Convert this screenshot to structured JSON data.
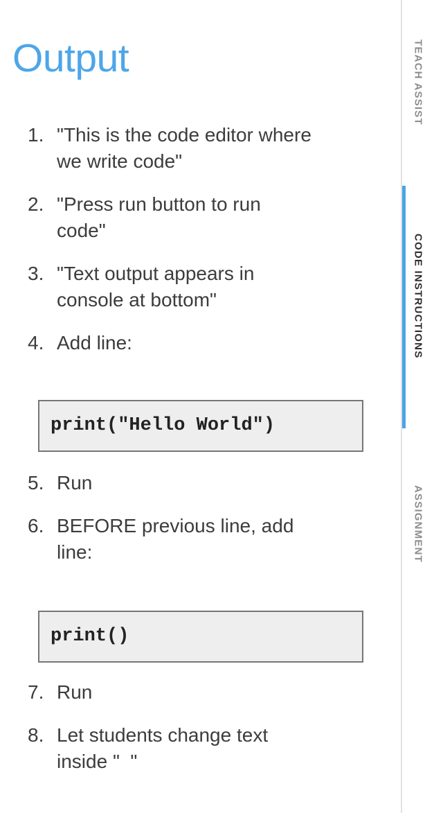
{
  "title": "Output",
  "colors": {
    "accent_blue": "#4da6e8",
    "active_tab_indicator": "#4aa5e6",
    "body_text": "#3c3c3c",
    "inactive_tab_text": "#8d8d8d",
    "active_tab_text": "#2e2e2e",
    "code_background": "#eeeeee",
    "code_border": "#767676"
  },
  "list": {
    "items": [
      {
        "num": "1.",
        "text": "\"This is the code editor where\nwe write code\""
      },
      {
        "num": "2.",
        "text": "\"Press run button to run\ncode\""
      },
      {
        "num": "3.",
        "text": "\"Text output appears in\nconsole at bottom\""
      },
      {
        "num": "4.",
        "text": "Add line:"
      },
      {
        "num": "5.",
        "text": "Run"
      },
      {
        "num": "6.",
        "text": "BEFORE previous line, add\nline:"
      },
      {
        "num": "7.",
        "text": "Run"
      },
      {
        "num": "8.",
        "text": "Let students change text\ninside \"  \""
      }
    ]
  },
  "code_blocks": [
    {
      "code": "print(\"Hello World\")"
    },
    {
      "code": "print()"
    }
  ],
  "sidebar": {
    "tabs": [
      {
        "label": "TEACH ASSIST",
        "active": false
      },
      {
        "label": "CODE INSTRUCTIONS",
        "active": true
      },
      {
        "label": "ASSIGNMENT",
        "active": false
      }
    ]
  }
}
